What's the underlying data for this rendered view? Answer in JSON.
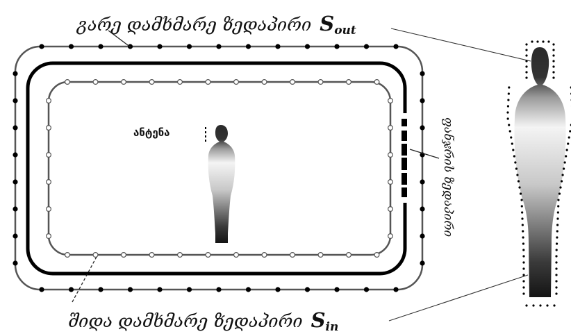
{
  "labels": {
    "outer_surface_text": "გარე დამხმარე ზედაპირი",
    "outer_surface_symbol": "S",
    "outer_surface_subscript": "out",
    "inner_surface_text": "შიდა დამხმარე ზედაპირი",
    "inner_surface_symbol": "S",
    "inner_surface_subscript": "in",
    "window_surface": "ფანჯრის ზედაპირი",
    "antenna": "ანტენა"
  },
  "colors": {
    "outline": "#555555",
    "wall": "#000000",
    "body_light": "#f4f4f4",
    "body_dark": "#141414",
    "marker_filled": "#000000",
    "marker_open": "#ffffff"
  }
}
